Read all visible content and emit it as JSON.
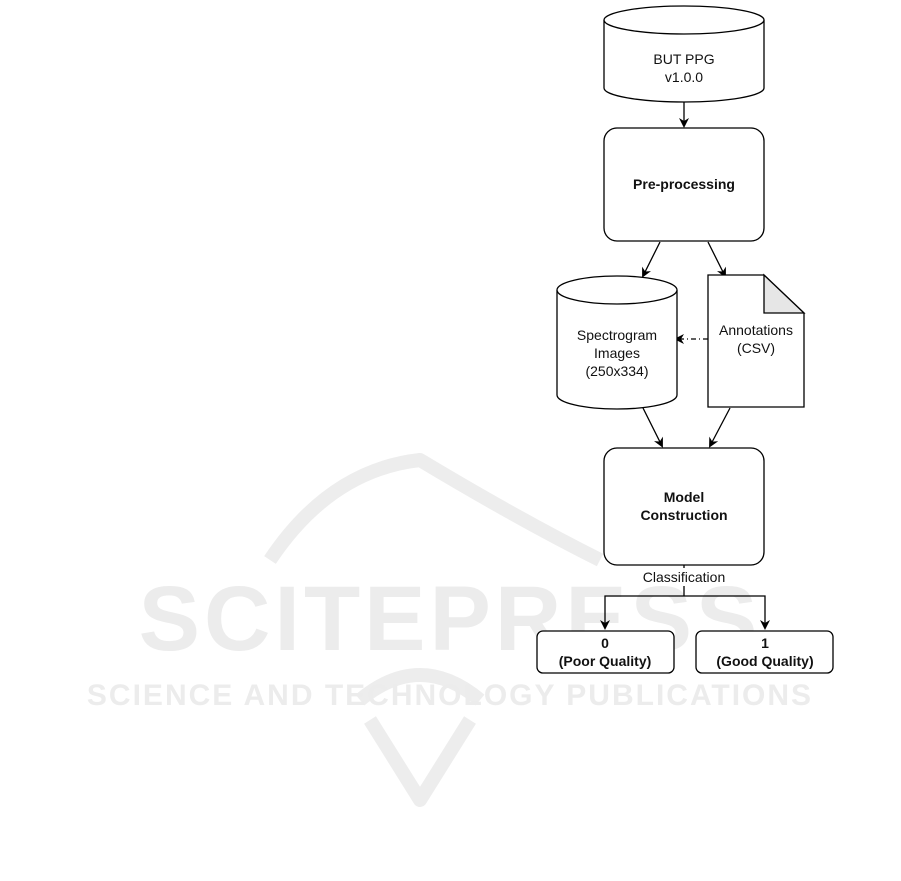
{
  "watermark": {
    "brand": "SCITEPRESS",
    "tagline": "SCIENCE AND TECHNOLOGY PUBLICATIONS"
  },
  "nodes": {
    "dataset": {
      "line1": "BUT PPG",
      "line2": "v1.0.0"
    },
    "preprocessing": {
      "label": "Pre-processing"
    },
    "spectrogram": {
      "line1": "Spectrogram",
      "line2": "Images",
      "line3": "(250x334)"
    },
    "annotations": {
      "line1": "Annotations",
      "line2": "(CSV)"
    },
    "model": {
      "line1": "Model",
      "line2": "Construction"
    },
    "edge_label": "Classification",
    "poor": {
      "line1": "0",
      "line2": "(Poor Quality)"
    },
    "good": {
      "line1": "1",
      "line2": "(Good Quality)"
    }
  },
  "colors": {
    "stroke": "#000000",
    "fill": "#ffffff",
    "doc_fold": "#e6e6e6",
    "watermark": "#ececec"
  }
}
